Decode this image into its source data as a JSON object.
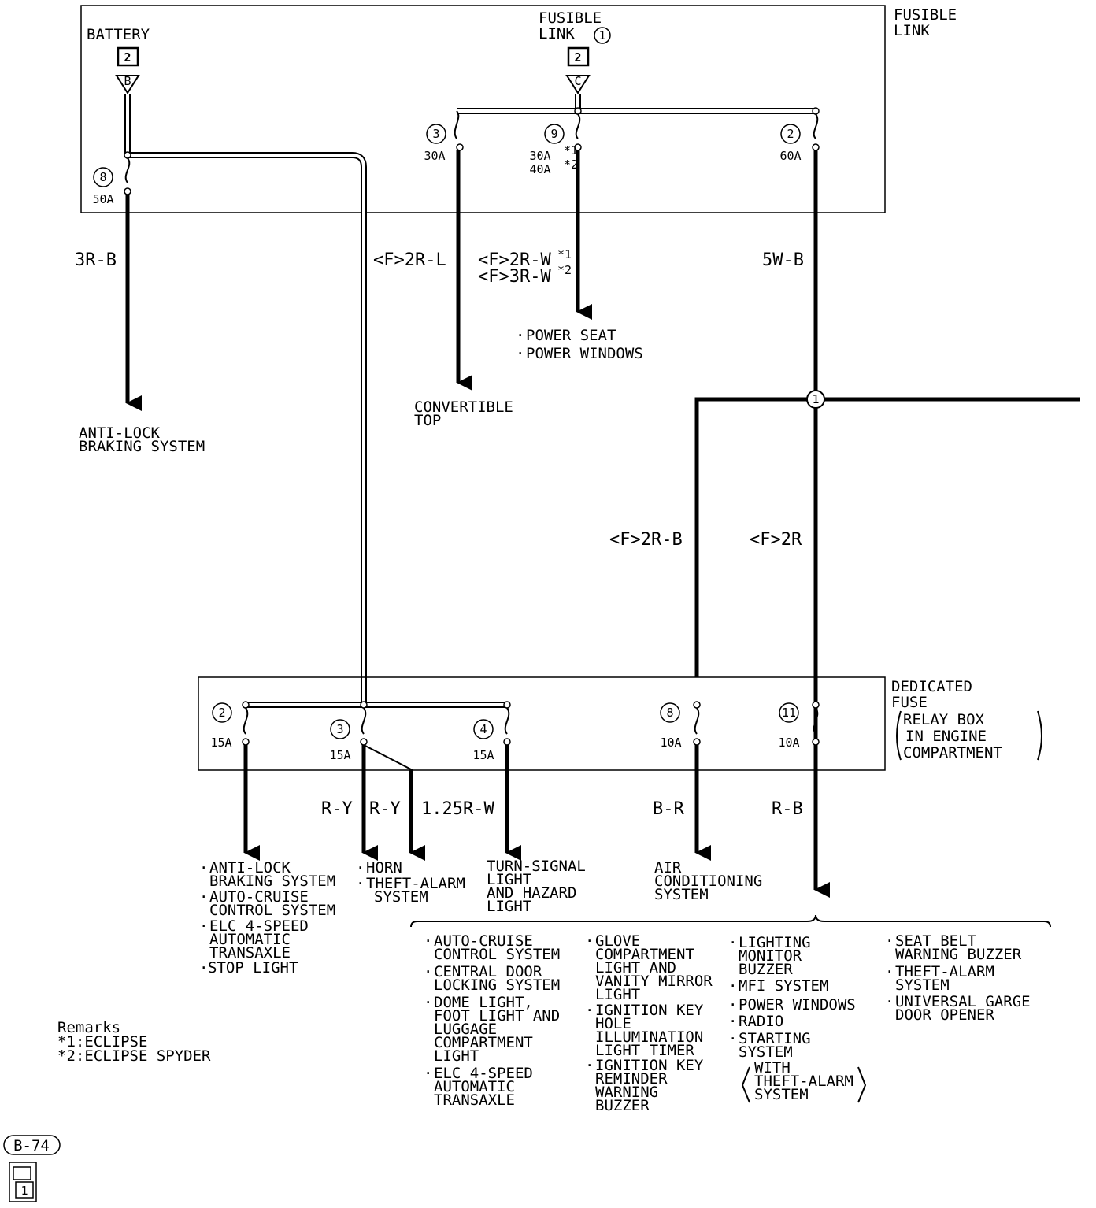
{
  "boxes": {
    "fusible_link": {
      "title_lines": [
        "FUSIBLE",
        "LINK"
      ]
    },
    "dedicated_fuse": {
      "title_lines": [
        "DEDICATED",
        "FUSE",
        "RELAY BOX",
        "IN ENGINE",
        "COMPARTMENT"
      ]
    }
  },
  "sources": {
    "battery": {
      "label": "BATTERY",
      "tag": "2",
      "terminal": "B"
    },
    "fusible_link_1": {
      "label_line1": "FUSIBLE",
      "label_line2": "LINK",
      "circle": "1",
      "tag": "2",
      "terminal": "C"
    }
  },
  "fuses_top": [
    {
      "num": "8",
      "rating": "50A"
    },
    {
      "num": "3",
      "rating": "30A"
    },
    {
      "num": "9",
      "rating_line1": "30A",
      "note1": "*1",
      "rating_line2": "40A",
      "note2": "*2"
    },
    {
      "num": "2",
      "rating": "60A"
    }
  ],
  "fuses_bottom": [
    {
      "num": "2",
      "rating": "15A"
    },
    {
      "num": "3",
      "rating": "15A"
    },
    {
      "num": "4",
      "rating": "15A"
    },
    {
      "num": "8",
      "rating": "10A"
    },
    {
      "num": "11",
      "rating": "10A"
    }
  ],
  "wires": {
    "w_3rb": "3R-B",
    "w_f2rl": "<F>2R-L",
    "w_f2rw": "<F>2R-W",
    "w_f2rw_note": "*1",
    "w_f3rw": "<F>3R-W",
    "w_f3rw_note": "*2",
    "w_5wb": "5W-B",
    "w_f2rb": "<F>2R-B",
    "w_f2r": "<F>2R",
    "w_ry1": "R-Y",
    "w_ry2": "R-Y",
    "w_125rw": "1.25R-W",
    "w_br": "B-R",
    "w_rb": "R-B"
  },
  "junction": "1",
  "destinations": {
    "abs_top": [
      "ANTI-LOCK",
      "BRAKING SYSTEM"
    ],
    "convertible": [
      "CONVERTIBLE",
      "TOP"
    ],
    "power": [
      "POWER SEAT",
      "POWER WINDOWS"
    ],
    "fuse2": [
      "ANTI-LOCK",
      "BRAKING SYSTEM",
      "AUTO-CRUISE",
      "CONTROL SYSTEM",
      "ELC 4-SPEED",
      "AUTOMATIC",
      "TRANSAXLE",
      "STOP LIGHT"
    ],
    "fuse3": [
      "HORN",
      "THEFT-ALARM",
      "SYSTEM"
    ],
    "fuse4": [
      "TURN-SIGNAL",
      "LIGHT",
      "AND HAZARD",
      "LIGHT"
    ],
    "fuse8": [
      "AIR",
      "CONDITIONING",
      "SYSTEM"
    ],
    "col1": [
      "AUTO-CRUISE",
      "CONTROL SYSTEM",
      "CENTRAL DOOR",
      "LOCKING SYSTEM",
      "DOME LIGHT,",
      "FOOT LIGHT AND",
      "LUGGAGE",
      "COMPARTMENT",
      "LIGHT",
      "ELC 4-SPEED",
      "AUTOMATIC",
      "TRANSAXLE"
    ],
    "col2": [
      "GLOVE",
      "COMPARTMENT",
      "LIGHT AND",
      "VANITY MIRROR",
      "LIGHT",
      "IGNITION KEY",
      "HOLE",
      "ILLUMINATION",
      "LIGHT TIMER",
      "IGNITION KEY",
      "REMINDER",
      "WARNING",
      "BUZZER"
    ],
    "col3": [
      "LIGHTING",
      "MONITOR",
      "BUZZER",
      "MFI SYSTEM",
      "POWER WINDOWS",
      "RADIO",
      "STARTING",
      "SYSTEM",
      "WITH",
      "THEFT-ALARM",
      "SYSTEM"
    ],
    "col4": [
      "SEAT BELT",
      "WARNING BUZZER",
      "THEFT-ALARM",
      "SYSTEM",
      "UNIVERSAL GARGE",
      "DOOR OPENER"
    ]
  },
  "remarks": {
    "title": "Remarks",
    "r1": "*1:ECLIPSE",
    "r2": "*2:ECLIPSE SPYDER"
  },
  "connector": {
    "code": "B-74",
    "pin": "1"
  }
}
